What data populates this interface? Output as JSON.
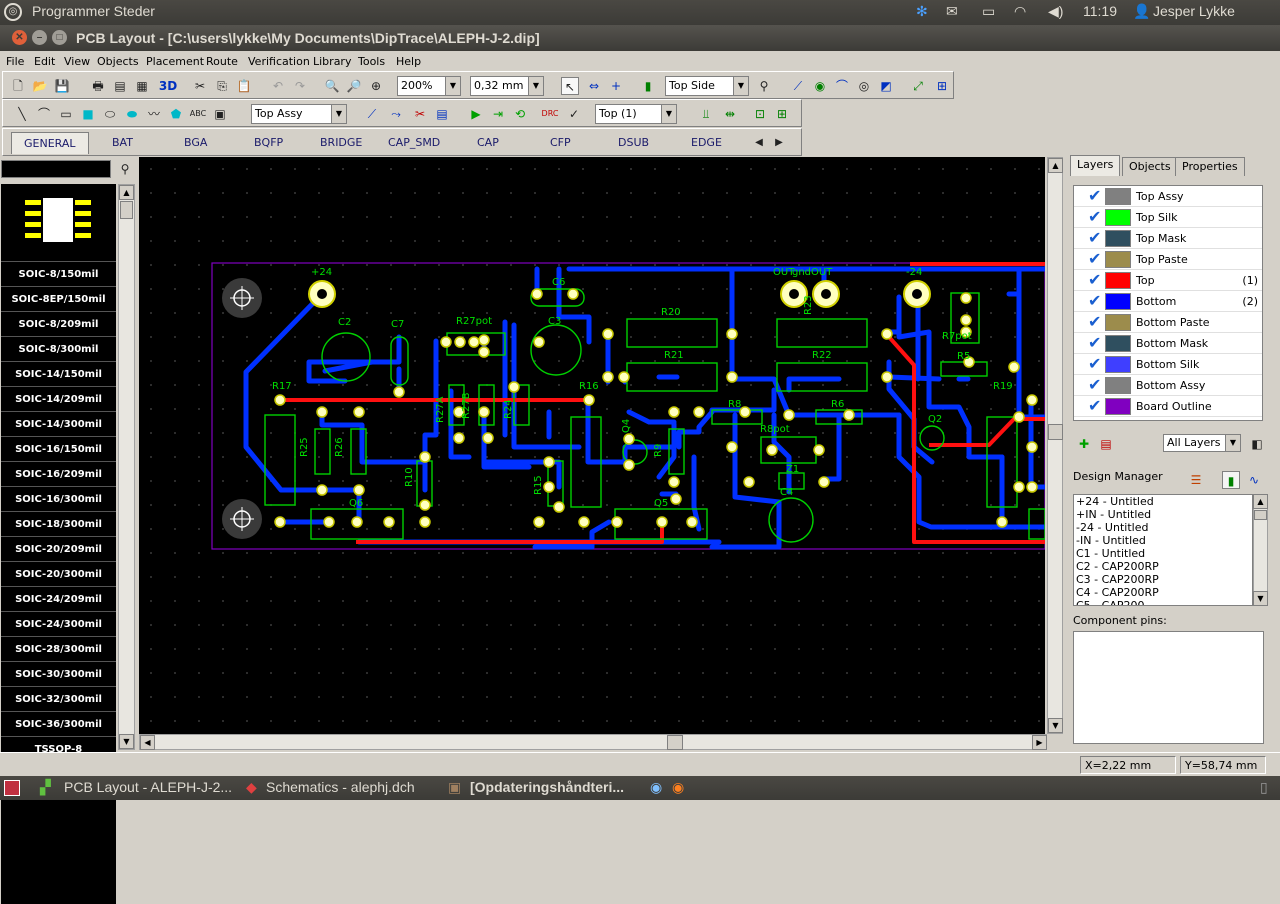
{
  "topbar": {
    "app_name": "Programmer Steder",
    "time": "11:19",
    "user": "Jesper Lykke"
  },
  "window": {
    "title": "PCB Layout - [C:\\users\\lykke\\My Documents\\DipTrace\\ALEPH-J-2.dip]"
  },
  "menu": [
    "File",
    "Edit",
    "View",
    "Objects",
    "Placement",
    "Route",
    "Verification",
    "Library",
    "Tools",
    "Help"
  ],
  "toolbar": {
    "zoom": "200%",
    "grid": "0,32 mm",
    "side": "Top Side",
    "assy": "Top Assy",
    "layer": "Top (1)",
    "label_3d": "3D"
  },
  "lib_tabs": [
    "GENERAL",
    "BAT",
    "BGA",
    "BQFP",
    "BRIDGE",
    "CAP_SMD",
    "CAP",
    "CFP",
    "DSUB",
    "EDGE"
  ],
  "library": [
    "SOIC-8/150mil",
    "SOIC-8EP/150mil",
    "SOIC-8/209mil",
    "SOIC-8/300mil",
    "SOIC-14/150mil",
    "SOIC-14/209mil",
    "SOIC-14/300mil",
    "SOIC-16/150mil",
    "SOIC-16/209mil",
    "SOIC-16/300mil",
    "SOIC-18/300mil",
    "SOIC-20/209mil",
    "SOIC-20/300mil",
    "SOIC-24/209mil",
    "SOIC-24/300mil",
    "SOIC-28/300mil",
    "SOIC-30/300mil",
    "SOIC-32/300mil",
    "SOIC-36/300mil",
    "TSSOP-8"
  ],
  "panel_tabs": [
    "Layers",
    "Objects",
    "Properties"
  ],
  "layers": [
    {
      "name": "Top Assy",
      "color": "#808080",
      "note": ""
    },
    {
      "name": "Top Silk",
      "color": "#00ff00",
      "note": ""
    },
    {
      "name": "Top Mask",
      "color": "#2f4f5f",
      "note": ""
    },
    {
      "name": "Top Paste",
      "color": "#9c8c4c",
      "note": ""
    },
    {
      "name": "Top",
      "color": "#ff0000",
      "note": "(1)"
    },
    {
      "name": "Bottom",
      "color": "#0000ff",
      "note": "(2)"
    },
    {
      "name": "Bottom Paste",
      "color": "#9c8c4c",
      "note": ""
    },
    {
      "name": "Bottom Mask",
      "color": "#2f4f5f",
      "note": ""
    },
    {
      "name": "Bottom Silk",
      "color": "#3f3fff",
      "note": ""
    },
    {
      "name": "Bottom Assy",
      "color": "#808080",
      "note": ""
    },
    {
      "name": "Board Outline",
      "color": "#8000c0",
      "note": ""
    }
  ],
  "all_layers": "All Layers",
  "design_manager": {
    "title": "Design Manager",
    "items": [
      "+24 - Untitled",
      "+IN - Untitled",
      "-24 - Untitled",
      "-IN - Untitled",
      "C1 - Untitled",
      "C2 - CAP200RP",
      "C3 - CAP200RP",
      "C4 - CAP200RP",
      "C5 - CAP200"
    ]
  },
  "component_pins": "Component pins:",
  "status": {
    "x": "X=2,22 mm",
    "y": "Y=58,74 mm"
  },
  "taskbar": [
    "PCB Layout - ALEPH-J-2...",
    "Schematics - alephj.dch",
    "[Opdateringshåndteri..."
  ],
  "pcb_labels": [
    "+24",
    "C6",
    "OUT",
    "gndOUT",
    "-24",
    "C2",
    "C7",
    "R27pot",
    "C3",
    "R20",
    "R23",
    "R7pot",
    "R21",
    "R22",
    "R5",
    "R17",
    "R27A",
    "R27B",
    "R24",
    "R16",
    "R8",
    "R6",
    "Q2",
    "R19",
    "Q4",
    "R8pot",
    "R25",
    "R26",
    "R9",
    "R10",
    "R15",
    "Z1",
    "C4",
    "Q6",
    "Q5"
  ]
}
